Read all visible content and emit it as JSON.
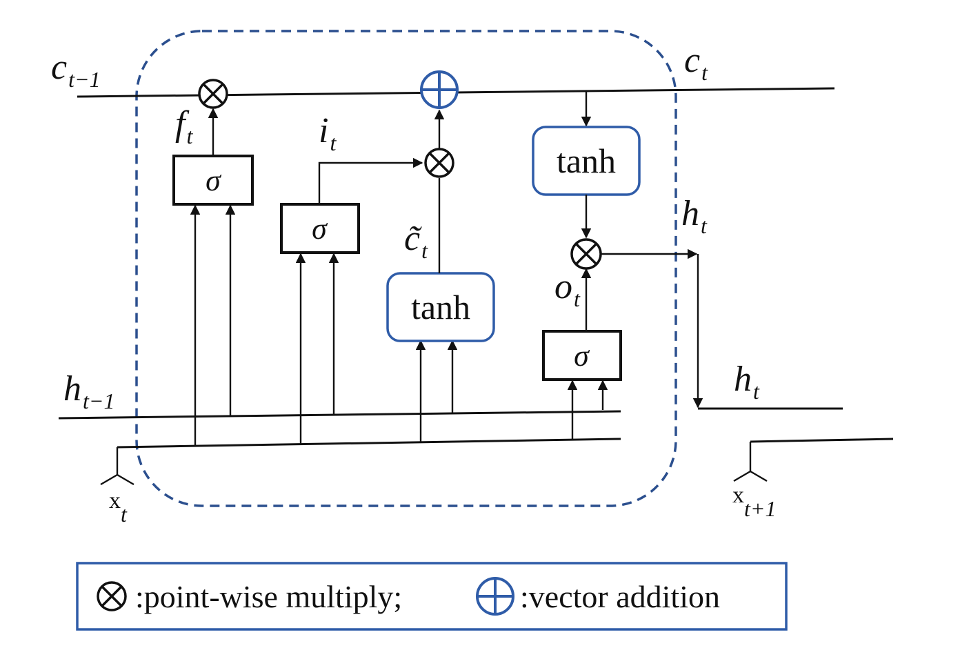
{
  "labels": {
    "c_prev": {
      "main": "c",
      "sub": "t−1"
    },
    "c_t": {
      "main": "c",
      "sub": "t"
    },
    "f_t": {
      "main": "f",
      "sub": "t"
    },
    "i_t": {
      "main": "i",
      "sub": "t"
    },
    "c_tilde": {
      "main": "c̃",
      "sub": "t"
    },
    "o_t": {
      "main": "o",
      "sub": "t"
    },
    "h_t_out": {
      "main": "h",
      "sub": "t"
    },
    "h_t_next": {
      "main": "h",
      "sub": "t"
    },
    "h_prev": {
      "main": "h",
      "sub": "t−1"
    },
    "x_t": {
      "main": "x",
      "sub": "t"
    },
    "x_next": {
      "main": "x",
      "sub": "t+1"
    }
  },
  "boxes": {
    "sigma": "σ",
    "tanh": "tanh"
  },
  "legend": {
    "multiply": ":point-wise multiply;",
    "addition": ":vector addition"
  },
  "colors": {
    "cell_border": "#2b4f8e",
    "tanh_border": "#2f5ca8",
    "line": "#111111"
  }
}
